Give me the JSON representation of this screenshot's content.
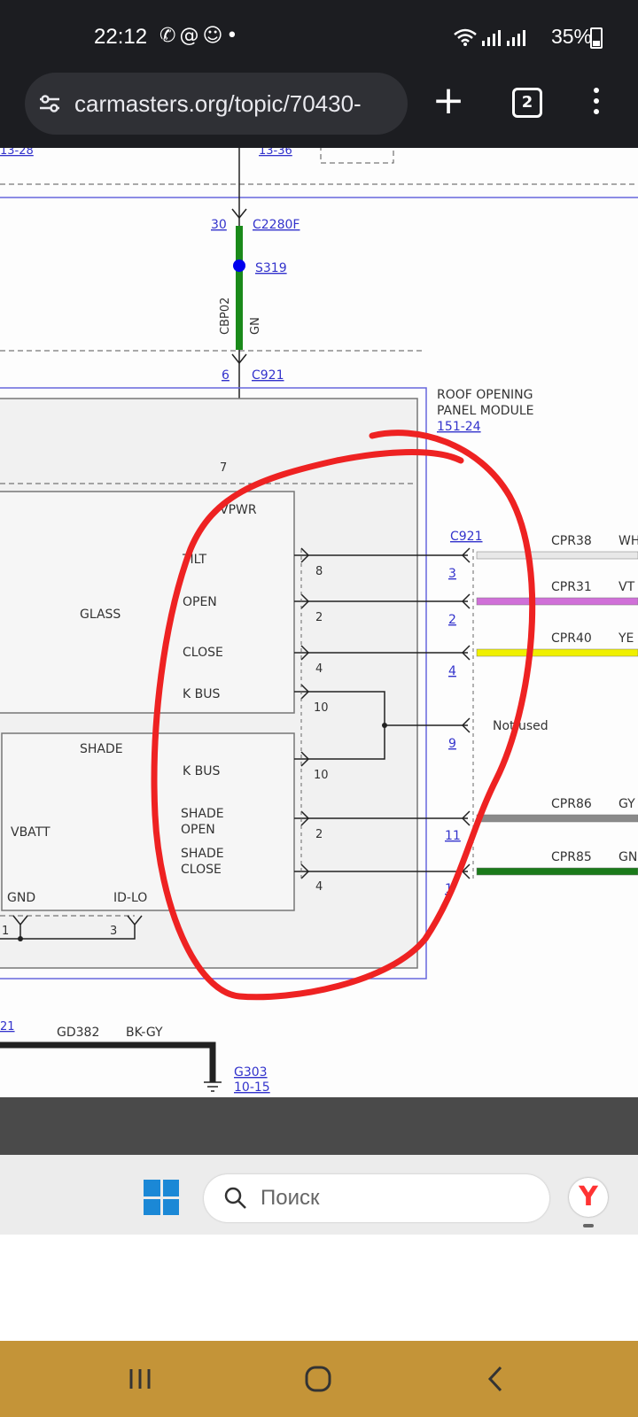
{
  "status": {
    "time": "22:12",
    "battery": "35%"
  },
  "browser": {
    "url": "carmasters.org/topic/70430-",
    "tab_count": "2"
  },
  "diagram": {
    "top_refs": [
      "13-28",
      "13-36"
    ],
    "pin_30": "30",
    "conn_c2280f": "C2280F",
    "splice_s319": "S319",
    "wire_cbp02": "CBP02",
    "wire_gn": "GN",
    "pin_6": "6",
    "conn_c921": "C921",
    "module_title_1": "ROOF OPENING",
    "module_title_2": "PANEL MODULE",
    "module_ref": "151-24",
    "pin_7": "7",
    "vpwr": "VPWR",
    "glass": "GLASS",
    "tilt": "TILT",
    "open": "OPEN",
    "close": "CLOSE",
    "kbus": "K BUS",
    "shade": "SHADE",
    "shade_open_1": "SHADE",
    "shade_open_2": "OPEN",
    "shade_close_1": "SHADE",
    "shade_close_2": "CLOSE",
    "vbatt": "VBATT",
    "gnd": "GND",
    "idlo": "ID-LO",
    "pin_1": "1",
    "pin_3": "3",
    "pins_inner": [
      "8",
      "2",
      "4",
      "10",
      "10",
      "2",
      "4"
    ],
    "conn_c921_right": "C921",
    "pins_right": [
      "3",
      "2",
      "4",
      "9",
      "11",
      "1"
    ],
    "not_used": "Not used",
    "circuits": [
      {
        "id": "CPR38",
        "color_code": "WH",
        "hex": "#e8e8e8"
      },
      {
        "id": "CPR31",
        "color_code": "VT",
        "hex": "#d070d8"
      },
      {
        "id": "CPR40",
        "color_code": "YE",
        "hex": "#f0f000"
      },
      {
        "id": "CPR86",
        "color_code": "GY",
        "hex": "#8a8a8a"
      },
      {
        "id": "CPR85",
        "color_code": "GN",
        "hex": "#1a7a1a"
      }
    ],
    "left_ref": "21",
    "wire_gd382": "GD382",
    "wire_bkgy": "BK-GY",
    "ground_g303": "G303",
    "ground_ref": "10-15",
    "annotation_color": "#ee2222"
  },
  "taskbar": {
    "search_placeholder": "Поиск",
    "yandex_letter": "Y"
  }
}
